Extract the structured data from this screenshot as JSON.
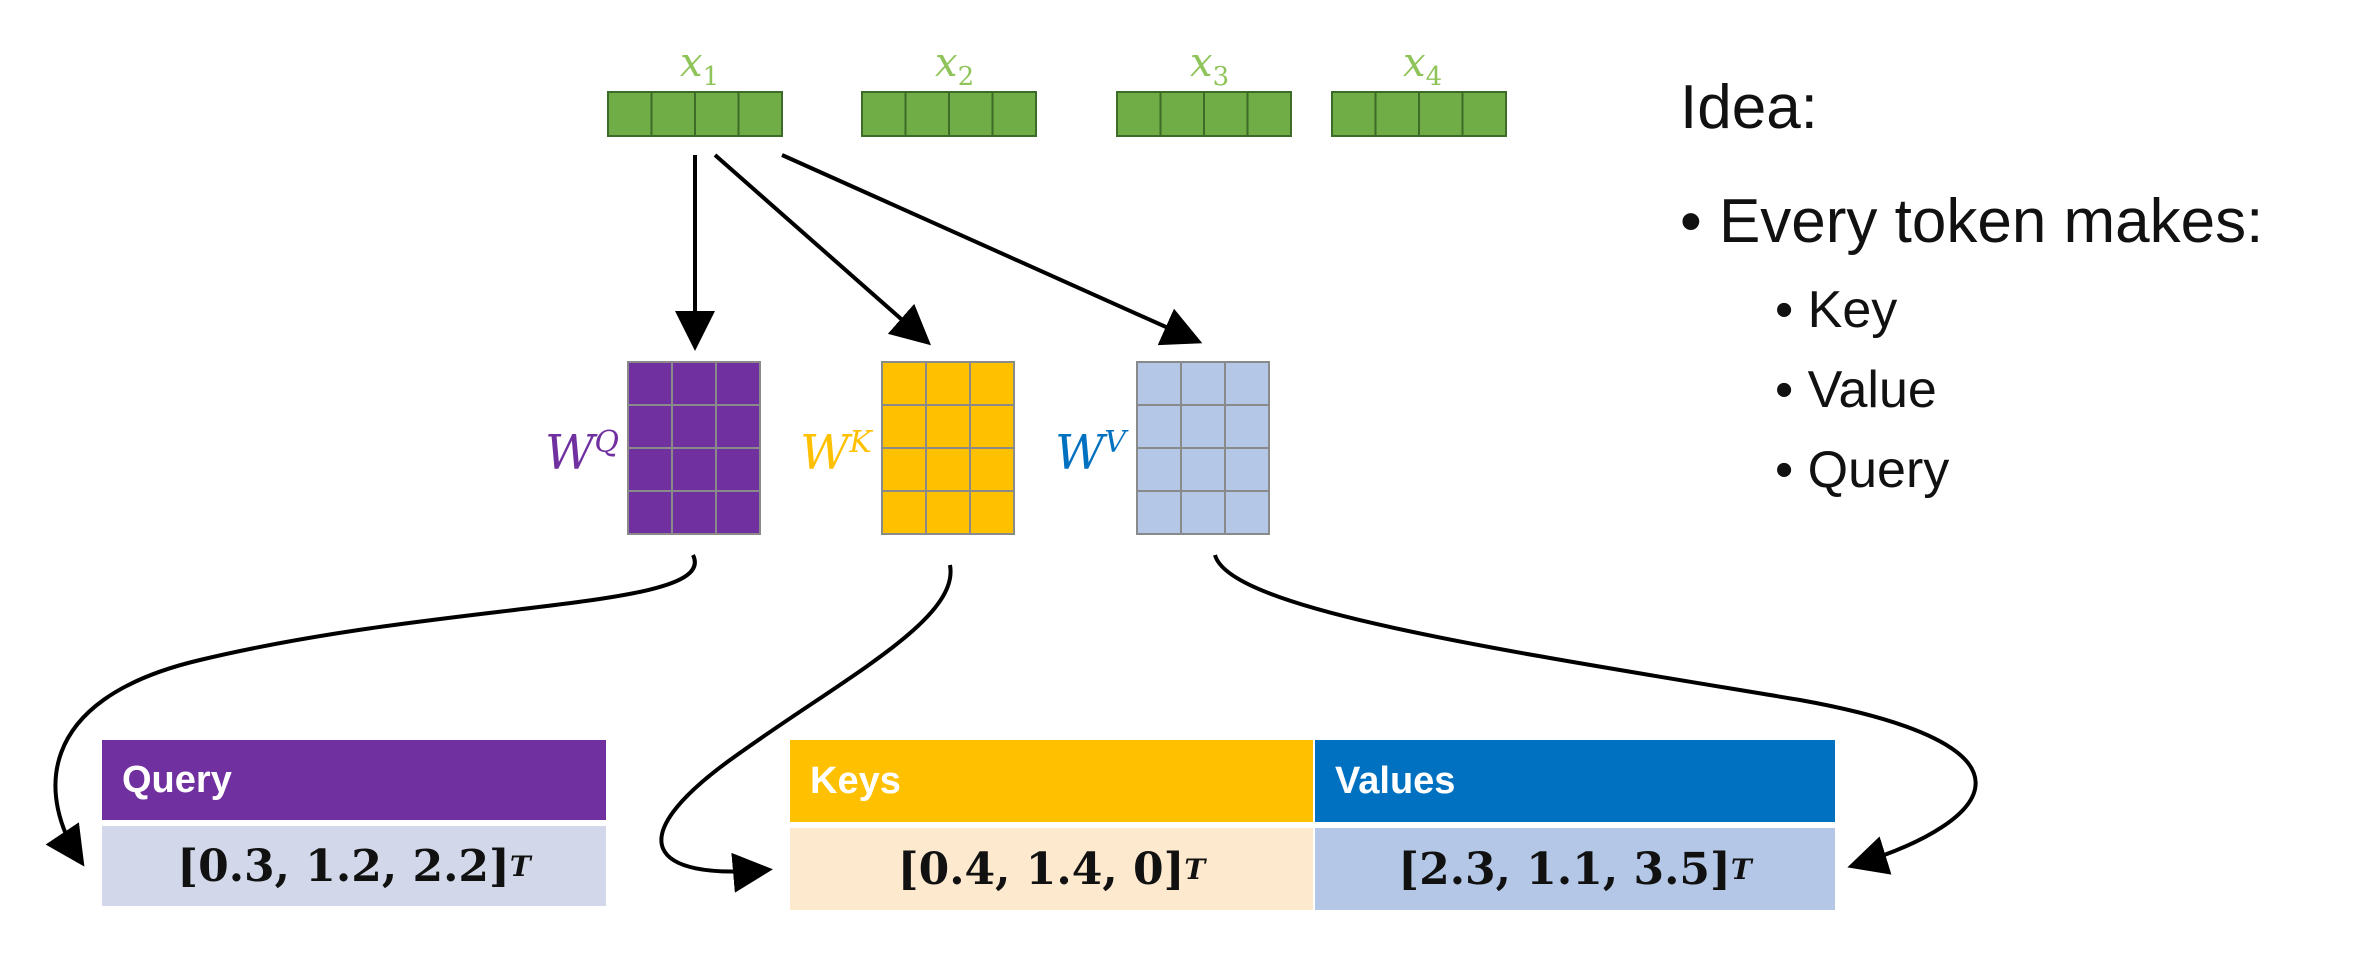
{
  "tokens": [
    {
      "label": "x",
      "sub": "1"
    },
    {
      "label": "x",
      "sub": "2"
    },
    {
      "label": "x",
      "sub": "3"
    },
    {
      "label": "x",
      "sub": "4"
    }
  ],
  "matrices": [
    {
      "label": "W",
      "sup": "Q"
    },
    {
      "label": "W",
      "sup": "K"
    },
    {
      "label": "W",
      "sup": "V"
    }
  ],
  "query": {
    "header": "Query",
    "value": "[0.3, 1.2, 2.2]",
    "sup": "T"
  },
  "keys": {
    "header": "Keys",
    "value": "[0.4, 1.4, 0]",
    "sup": "T"
  },
  "values": {
    "header": "Values",
    "value": "[2.3, 1.1, 3.5]",
    "sup": "T"
  },
  "idea": {
    "title": "Idea:",
    "bullet": "Every token makes:",
    "sub_bullets": [
      "Key",
      "Value",
      "Query"
    ]
  },
  "colors": {
    "token_green": "#70AD47",
    "token_label_green": "#8FC45A",
    "query_purple": "#7030A0",
    "key_gold": "#FFC000",
    "value_blue": "#0070C0",
    "value_light": "#B4C7E7",
    "query_light": "#D2D8EA",
    "key_light": "#FDE9CE"
  }
}
